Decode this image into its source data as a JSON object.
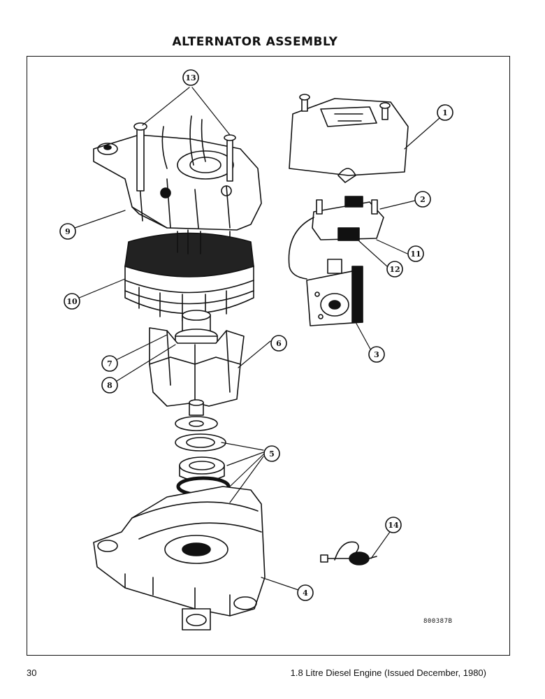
{
  "header": {
    "title": "ALTERNATOR ASSEMBLY"
  },
  "figure": {
    "drawing_number": "800387B",
    "callouts": [
      "1",
      "2",
      "3",
      "4",
      "5",
      "6",
      "7",
      "8",
      "9",
      "10",
      "11",
      "12",
      "13",
      "14"
    ]
  },
  "footer": {
    "page_number": "30",
    "publication": "1.8 Litre Diesel Engine (Issued December, 1980)"
  }
}
